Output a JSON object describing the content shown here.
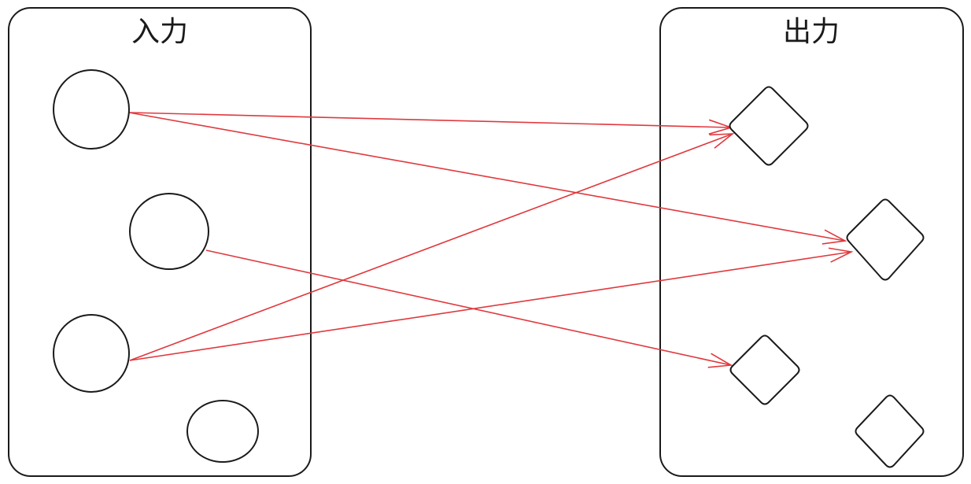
{
  "containers": {
    "input": {
      "label": "入力"
    },
    "output": {
      "label": "出力"
    }
  },
  "nodes": {
    "inputs": [
      {
        "id": "in1",
        "shape": "circle"
      },
      {
        "id": "in2",
        "shape": "circle"
      },
      {
        "id": "in3",
        "shape": "circle"
      },
      {
        "id": "in4",
        "shape": "circle"
      }
    ],
    "outputs": [
      {
        "id": "out1",
        "shape": "diamond"
      },
      {
        "id": "out2",
        "shape": "diamond"
      },
      {
        "id": "out3",
        "shape": "diamond"
      },
      {
        "id": "out4",
        "shape": "diamond"
      }
    ]
  },
  "edges": [
    {
      "from": "in1",
      "to": "out1"
    },
    {
      "from": "in1",
      "to": "out2"
    },
    {
      "from": "in2",
      "to": "out3"
    },
    {
      "from": "in3",
      "to": "out1"
    },
    {
      "from": "in3",
      "to": "out2"
    }
  ],
  "colors": {
    "edge": "#e0393e",
    "stroke": "#1a1a1a",
    "background": "#ffffff"
  }
}
